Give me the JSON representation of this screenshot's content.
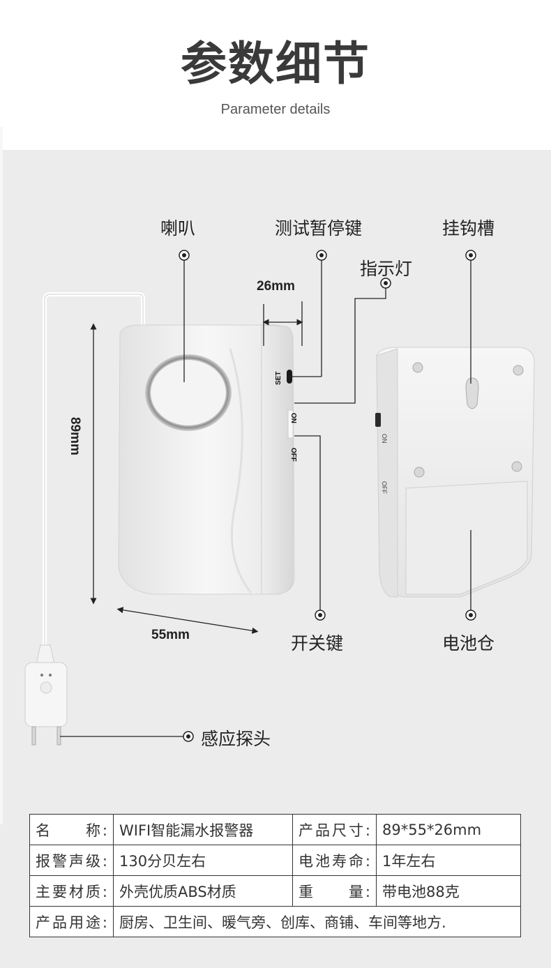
{
  "header": {
    "title": "参数细节",
    "subtitle": "Parameter details"
  },
  "diagram": {
    "labels": {
      "speaker": "喇叭",
      "test_pause_key": "测试暂停键",
      "indicator_light": "指示灯",
      "hook_slot": "挂钩槽",
      "power_switch": "开关键",
      "battery_compartment": "电池仓",
      "sensor_probe": "感应探头"
    },
    "dimensions": {
      "depth": "26mm",
      "height": "89mm",
      "width": "55mm"
    },
    "device_markings": {
      "set": "SET",
      "on": "ON",
      "off": "OFF",
      "back_on": "ON",
      "back_off": "OFF"
    }
  },
  "specs": {
    "rows": [
      {
        "k1": "名　　称:",
        "v1": "WIFI智能漏水报警器",
        "k2": "产品尺寸:",
        "v2": "89*55*26mm"
      },
      {
        "k1": "报警声级:",
        "v1": "130分贝左右",
        "k2": "电池寿命:",
        "v2": "1年左右"
      },
      {
        "k1": "主要材质:",
        "v1": "外壳优质ABS材质",
        "k2": "重　　量:",
        "v2": "带电池88克"
      }
    ],
    "usage_key": "产品用途:",
    "usage_value": "厨房、卫生间、暖气旁、创库、商铺、车间等地方."
  },
  "colors": {
    "background": "#ececec",
    "device_body": "#f4f4f4",
    "line": "#222222"
  }
}
